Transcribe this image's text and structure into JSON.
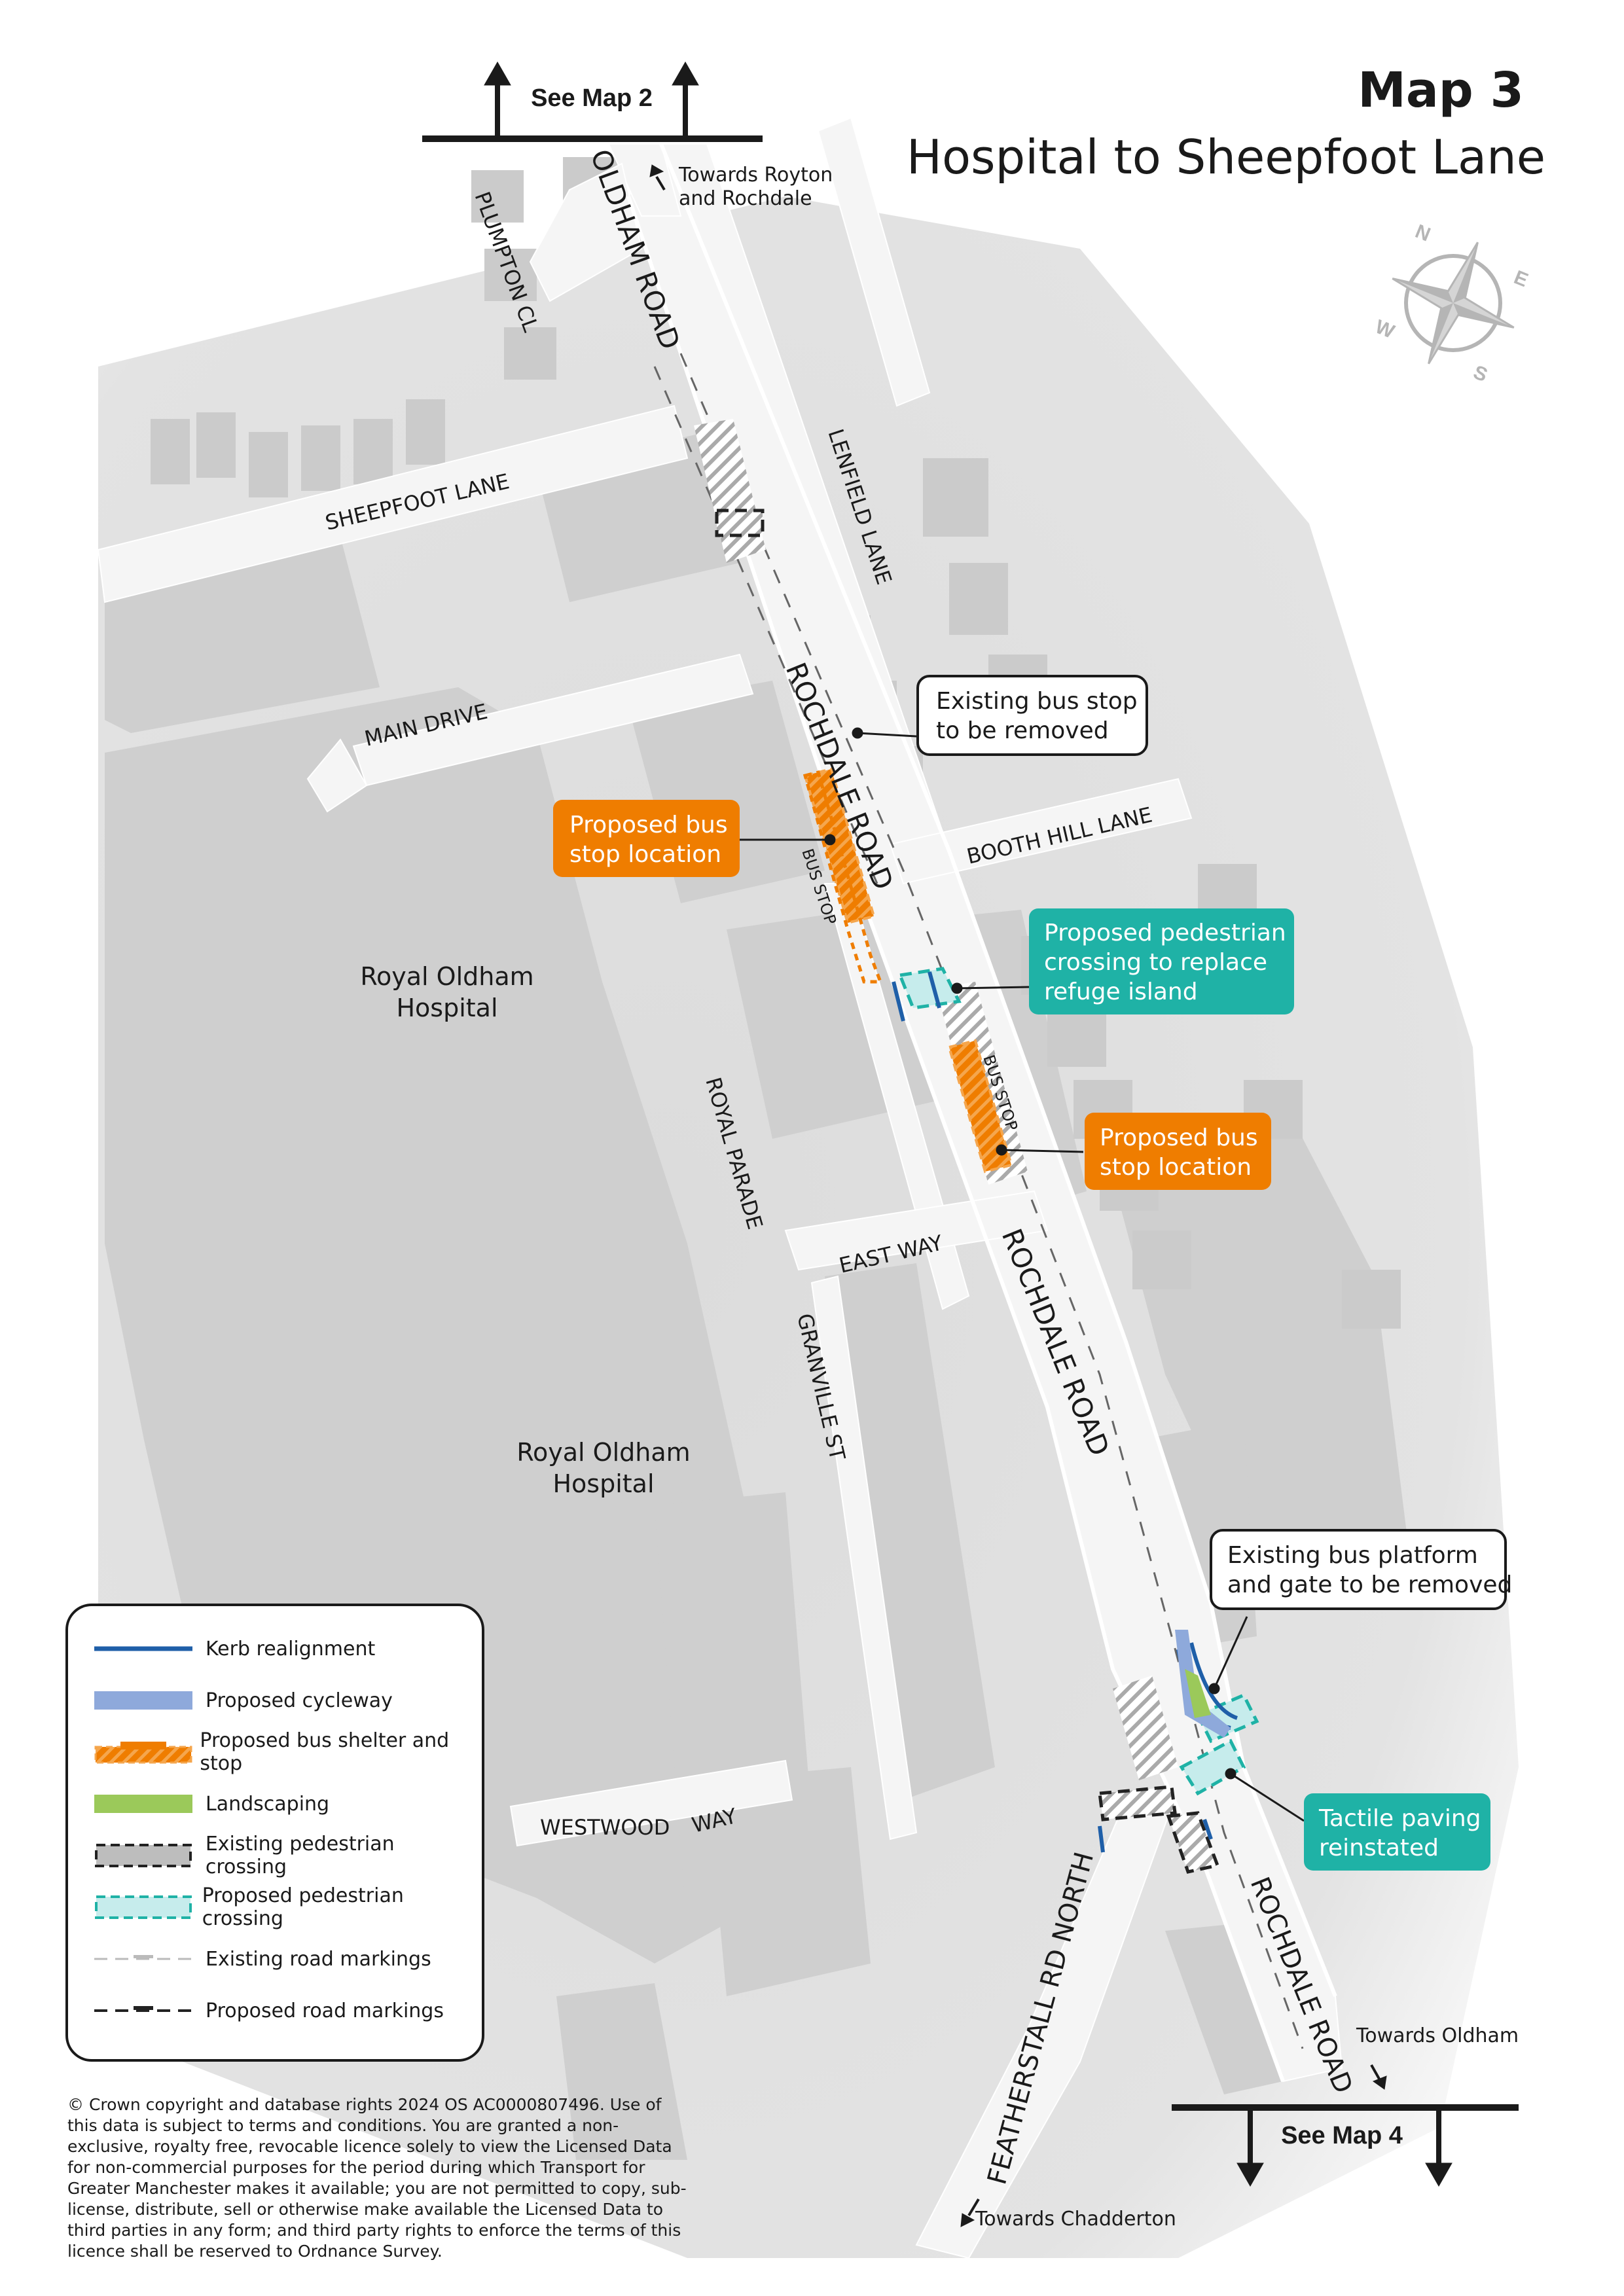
{
  "header": {
    "map_number": "Map 3",
    "subtitle": "Hospital to Sheepfoot Lane"
  },
  "navigation": {
    "top_link": "See Map 2",
    "bottom_link": "See Map 4"
  },
  "road_labels": {
    "oldham_road": "OLDHAM ROAD",
    "plumpton_cl": "PLUMPTON CL",
    "sheepfoot_lane": "SHEEPFOOT LANE",
    "lenfield_lane": "LENFIELD LANE",
    "main_drive": "MAIN DRIVE",
    "rochdale_road_1": "ROCHDALE ROAD",
    "rochdale_road_2": "ROCHDALE ROAD",
    "rochdale_road_3": "ROCHDALE ROAD",
    "booth_hill_lane": "BOOTH HILL LANE",
    "royal_parade": "ROYAL PARADE",
    "east_way": "EAST WAY",
    "granville_st": "GRANVILLE ST",
    "westwood": "WESTWOOD",
    "way": "WAY",
    "featherstall_rd_north": "FEATHERSTALL RD NORTH",
    "bus_stop_1": "BUS STOP",
    "bus_stop_2": "BUS STOP"
  },
  "place_labels": {
    "hospital_1_line1": "Royal Oldham",
    "hospital_1_line2": "Hospital",
    "hospital_2_line1": "Royal Oldham",
    "hospital_2_line2": "Hospital"
  },
  "direction_labels": {
    "royton_line1": "Towards Royton",
    "royton_line2": "and Rochdale",
    "oldham": "Towards Oldham",
    "chadderton": "Towards Chadderton"
  },
  "compass": {
    "n": "N",
    "e": "E",
    "s": "S",
    "w": "W"
  },
  "callouts": {
    "existing_bus_stop": {
      "line1": "Existing bus stop",
      "line2": "to be removed"
    },
    "proposed_bus_stop_1": {
      "line1": "Proposed bus",
      "line2": "stop location"
    },
    "proposed_crossing": {
      "line1": "Proposed pedestrian",
      "line2": "crossing to replace",
      "line3": "refuge island"
    },
    "proposed_bus_stop_2": {
      "line1": "Proposed bus",
      "line2": "stop location"
    },
    "existing_platform": {
      "line1": "Existing bus platform",
      "line2": "and gate to be removed"
    },
    "tactile_paving": {
      "line1": "Tactile paving",
      "line2": "reinstated"
    }
  },
  "legend": {
    "items": [
      {
        "label": "Kerb realignment",
        "symbol": "kerb-line-icon"
      },
      {
        "label": "Proposed cycleway",
        "symbol": "cycleway-swatch-icon"
      },
      {
        "label": "Proposed bus shelter and stop",
        "symbol": "bus-stop-swatch-icon"
      },
      {
        "label": "Landscaping",
        "symbol": "landscaping-swatch-icon"
      },
      {
        "label": "Existing pedestrian crossing",
        "symbol": "existing-crossing-swatch-icon"
      },
      {
        "label": "Proposed pedestrian crossing",
        "symbol": "proposed-crossing-swatch-icon"
      },
      {
        "label": "Existing road markings",
        "symbol": "existing-markings-icon"
      },
      {
        "label": "Proposed road markings",
        "symbol": "proposed-markings-icon"
      }
    ]
  },
  "copyright": "© Crown copyright and database rights 2024 OS AC0000807496. Use of this data is subject to terms and conditions. You are granted a non-exclusive, royalty free, revocable licence solely to view the Licensed Data for non-commercial purposes for the period during which Transport for Greater Manchester makes it available; you are not permitted to copy, sub-license, distribute, sell or otherwise make available the Licensed Data to third parties in any form; and third party rights to enforce the terms of this licence shall be reserved to Ordnance Survey.",
  "colors": {
    "orange": "#ef7d00",
    "teal": "#1fb2a6",
    "kerb_blue": "#1f5fa8",
    "cycleway_blue": "#8ea9db",
    "landscaping_green": "#9bc95a",
    "building": "#cfcfcf",
    "road": "#f4f4f4",
    "background": "#e6e6e6"
  }
}
